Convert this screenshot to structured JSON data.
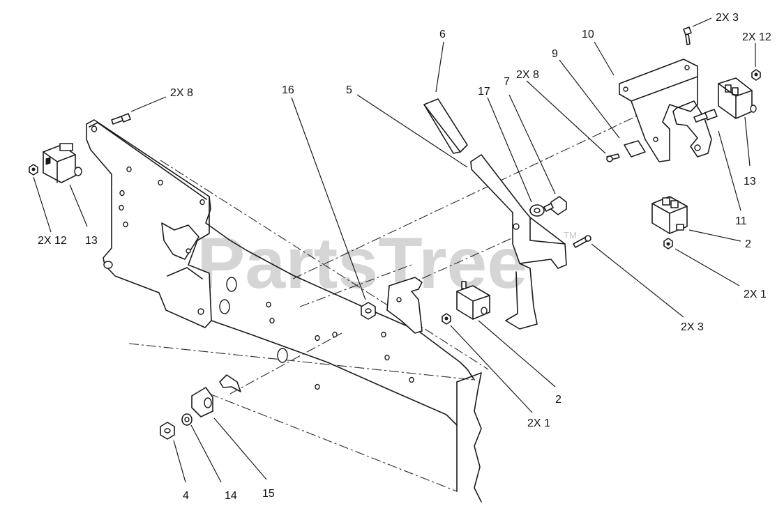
{
  "watermark": {
    "text": "PartsTree",
    "mark": "TM"
  },
  "callouts": {
    "c2x3_top": "2X 3",
    "c2x12_tr": "2X 12",
    "c10": "10",
    "c6": "6",
    "c9": "9",
    "c2x8_mid": "2X 8",
    "c7": "7",
    "c17": "17",
    "c5": "5",
    "c16": "16",
    "c2x8_left": "2X 8",
    "c13_tr": "13",
    "c11": "11",
    "c2_r": "2",
    "c2x1_r": "2X 1",
    "c2x3_r": "2X 3",
    "c2x12_left": "2X 12",
    "c13_left": "13",
    "c2_bottom": "2",
    "c2x1_bottom": "2X 1",
    "c4": "4",
    "c14": "14",
    "c15": "15"
  }
}
